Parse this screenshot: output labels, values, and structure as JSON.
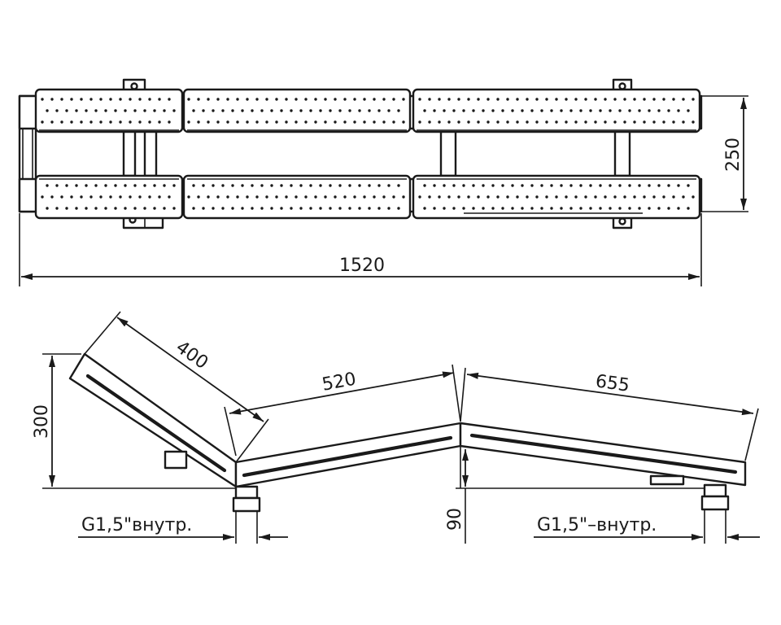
{
  "top_view": {
    "total_length": "1520",
    "width": "250"
  },
  "side_view": {
    "backrest_length": "400",
    "seat_length": "520",
    "leg_section_length": "655",
    "height": "300",
    "leg_height": "90",
    "left_fitting_label": "G1,5\"внутр.",
    "right_fitting_label": "G1,5\"–внутр."
  }
}
